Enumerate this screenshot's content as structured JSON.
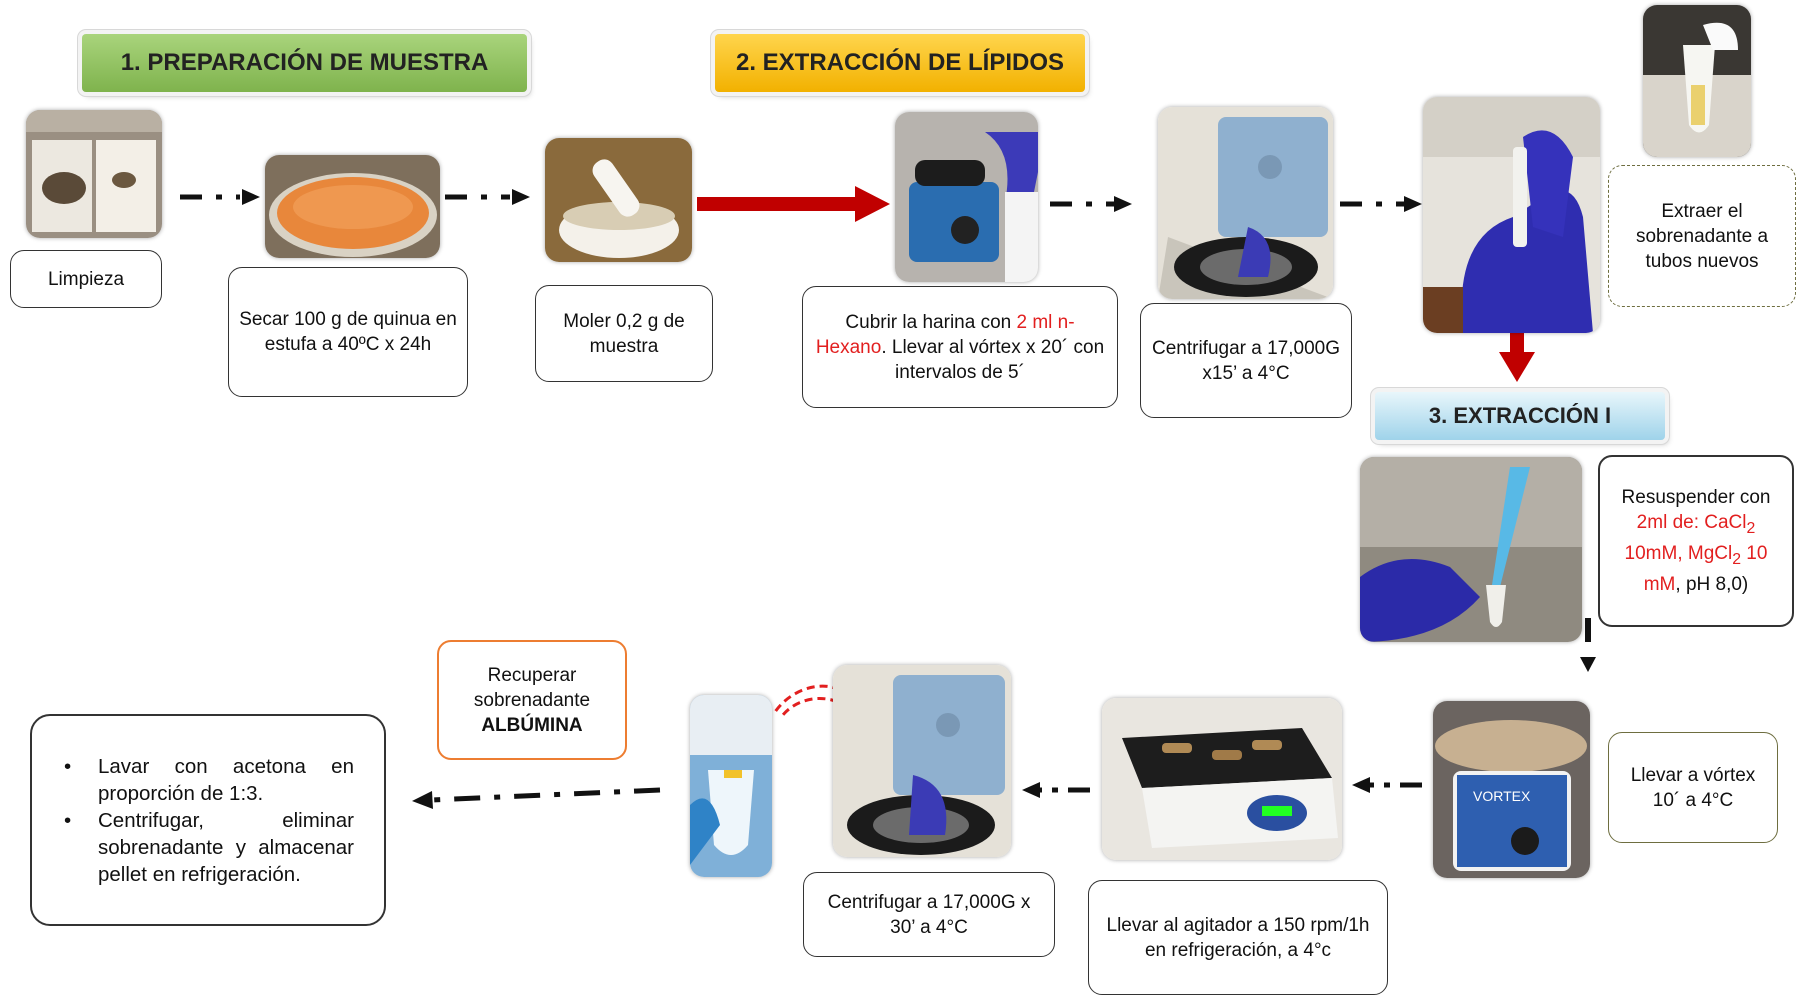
{
  "headers": {
    "step1": "1.   PREPARACIÓN DE MUESTRA",
    "step2": "2. EXTRACCIÓN DE LÍPIDOS",
    "step3": "3. EXTRACCIÓN I"
  },
  "boxes": {
    "limpieza": "Limpieza",
    "secar": "Secar 100 g de quinua en estufa a 40ºC x 24h",
    "moler": "Moler 0,2 g de muestra",
    "cubrir_a": "Cubrir la harina con ",
    "cubrir_red": "2 ml n-Hexano",
    "cubrir_b": ". Llevar al vórtex x 20´ con intervalos de 5´",
    "centrifugar1": "Centrifugar a 17,000G x15’ a 4°C",
    "extraer": "Extraer el sobrenadante a tubos nuevos",
    "resusp_a": "Resuspender con ",
    "resusp_red1": "2ml de: CaCl",
    "resusp_sub1": "2",
    "resusp_red2": " 10mM, MgCl",
    "resusp_sub2": "2",
    "resusp_red3": " 10 mM",
    "resusp_b": ", pH 8,0)",
    "vortex": "Llevar a vórtex 10´ a 4°C",
    "agitador": "Llevar al agitador a 150 rpm/1h en refrigeración, a 4°c",
    "centrifugar2": "Centrifugar a 17,000G x 30’ a 4°C",
    "recuperar_a": "Recuperar sobrenadante",
    "recuperar_b": "ALBÚMINA",
    "final_1": "Lavar con acetona en proporción de 1:3.",
    "final_2": "Centrifugar, eliminar sobrenadante y almacenar pellet en refrigeración."
  },
  "colors": {
    "step1_header": "#8dc05f",
    "step2_header": "#f5b800",
    "step3_header": "#a8d8ee",
    "red_text": "#e21f1f",
    "red_arrow": "#c00000",
    "recuperar_border": "#ed7d31",
    "extraer_border": "#6e6e40"
  },
  "icons": [
    "quinoa-cleaning-photo",
    "drying-dish-photo",
    "mortar-photo",
    "vortex-photo",
    "centrifuge-photo",
    "pipette-tube-photo",
    "small-tube-photo",
    "resuspend-photo",
    "vortex-genie-photo",
    "shaker-photo",
    "centrifuge-photo-2",
    "albumin-tube-photo"
  ]
}
